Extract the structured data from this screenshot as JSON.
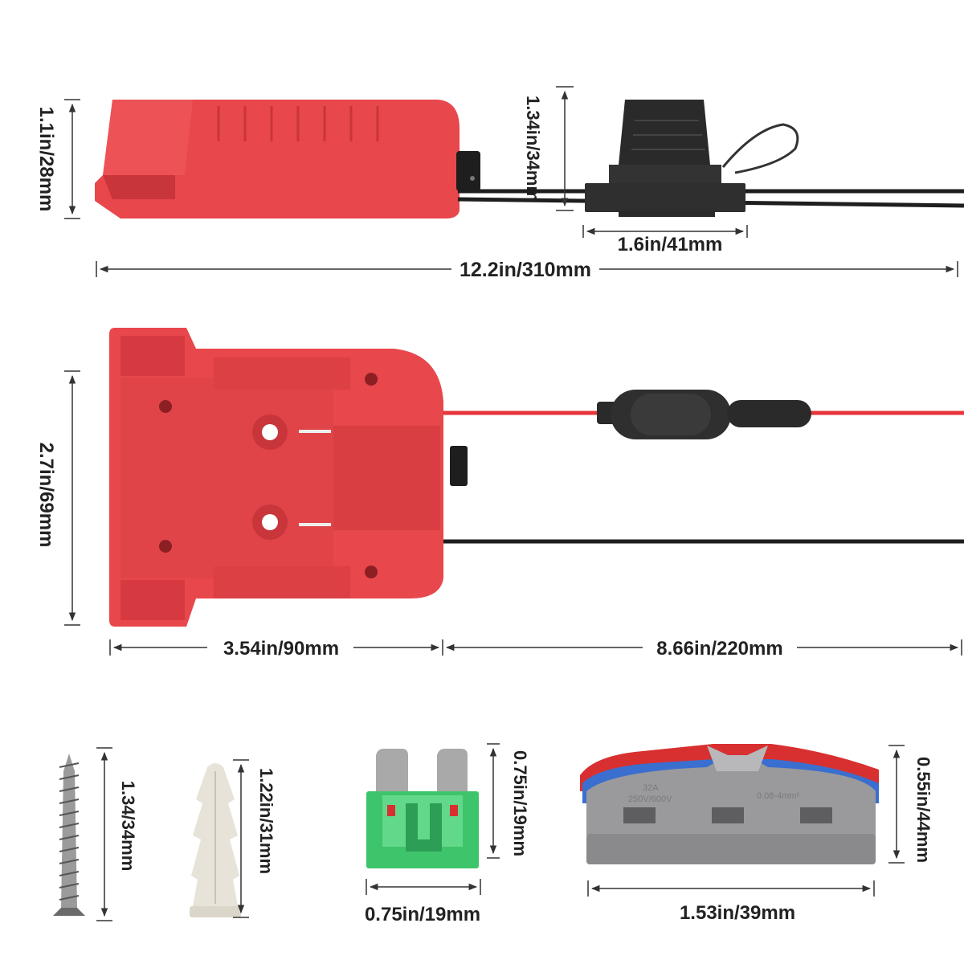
{
  "dimensions": {
    "adapter_height": "1.1in/28mm",
    "fuse_holder_height": "1.34in/34mm",
    "fuse_holder_width": "1.6in/41mm",
    "total_length": "12.2in/310mm",
    "adapter_width": "2.7in/69mm",
    "adapter_length": "3.54in/90mm",
    "cable_length": "8.66in/220mm",
    "screw_length": "1.34/34mm",
    "anchor_length": "1.22in/31mm",
    "fuse_height": "0.75in/19mm",
    "fuse_width": "0.75in/19mm",
    "connector_height": "0.55in/44mm",
    "connector_width": "1.53in/39mm"
  },
  "connector_markings": {
    "rating": "32A",
    "voltage": "250V/600V",
    "wire_range": "0.08-4mm²"
  },
  "colors": {
    "adapter_red": "#e8474b",
    "adapter_dark": "#c8353a",
    "cable_black": "#1e1e1e",
    "cable_red": "#e8343a",
    "fuse_green": "#3ec46b",
    "connector_gray": "#9a9a9c",
    "lever_red": "#d83030",
    "lever_blue": "#3a6fd0",
    "dimension_line": "#333333"
  }
}
